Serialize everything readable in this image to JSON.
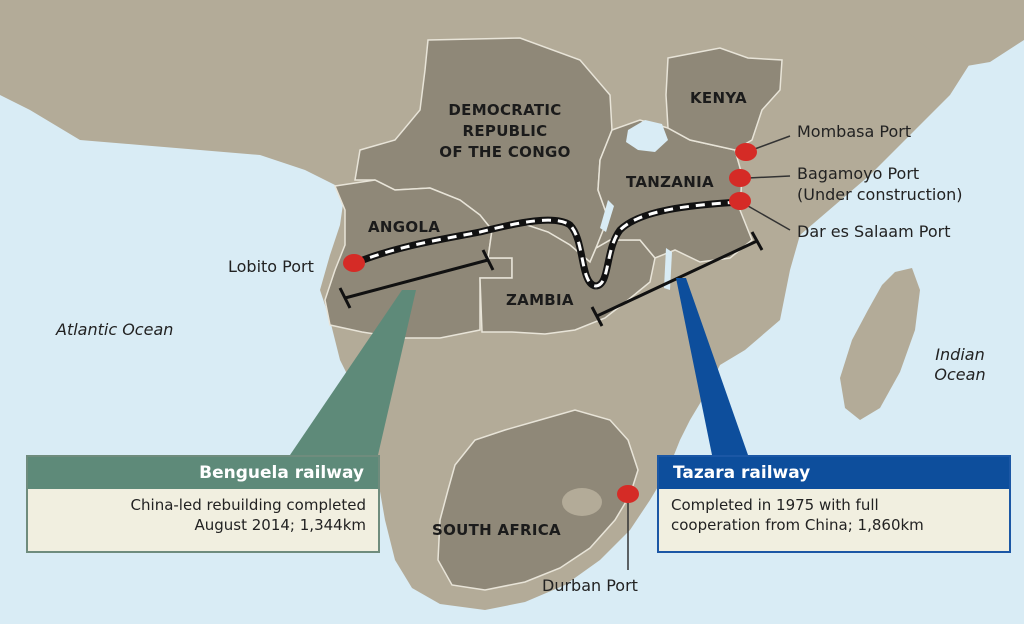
{
  "colors": {
    "ocean": "#d9ecf5",
    "land": "#b3ab98",
    "highlight_country": "#8f8878",
    "border": "#e8e4d8",
    "port_marker": "#d52b26",
    "benguela_accent": "#5e8a79",
    "tazara_accent": "#0d4e9c",
    "railway_line": "#111111"
  },
  "countries": {
    "drc": [
      "DEMOCRATIC",
      "REPUBLIC",
      "OF THE CONGO"
    ],
    "kenya": "KENYA",
    "tanzania": "TANZANIA",
    "angola": "ANGOLA",
    "zambia": "ZAMBIA",
    "south_africa": "SOUTH AFRICA"
  },
  "ports": {
    "mombasa": "Mombasa Port",
    "bagamoyo": [
      "Bagamoyo Port",
      "(Under construction)"
    ],
    "dar_es_salaam": "Dar es Salaam Port",
    "lobito": "Lobito Port",
    "durban": "Durban Port"
  },
  "oceans": {
    "atlantic": "Atlantic Ocean",
    "indian": [
      "Indian",
      "Ocean"
    ]
  },
  "railways": {
    "benguela": {
      "title": "Benguela railway",
      "description": [
        "China-led rebuilding completed",
        "August 2014; 1,344km"
      ]
    },
    "tazara": {
      "title": "Tazara railway",
      "description": [
        "Completed in 1975 with full",
        "cooperation from China; 1,860km"
      ]
    }
  }
}
